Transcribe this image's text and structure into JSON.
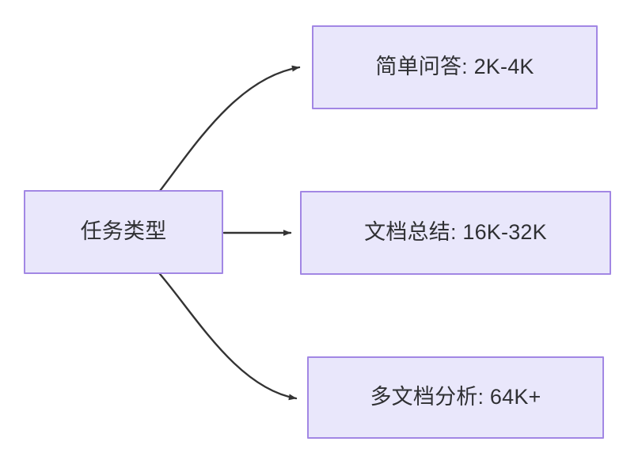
{
  "diagram": {
    "type": "flowchart",
    "direction": "left-to-right",
    "background_color": "#ffffff",
    "node_fill_color": "#e9e7fb",
    "node_border_color": "#a287e4",
    "node_text_color": "#2f3033",
    "edge_color": "#333333",
    "source": {
      "id": "task-type",
      "label": "任务类型"
    },
    "targets": [
      {
        "id": "simple-qa",
        "label": "简单问答: 2K-4K",
        "task": "简单问答",
        "context_range": "2K-4K"
      },
      {
        "id": "doc-summary",
        "label": "文档总结: 16K-32K",
        "task": "文档总结",
        "context_range": "16K-32K"
      },
      {
        "id": "multi-doc-analysis",
        "label": "多文档分析: 64K+",
        "task": "多文档分析",
        "context_range": "64K+"
      }
    ],
    "edges": [
      {
        "id": "edge-0",
        "from": "任务类型",
        "to": "简单问答: 2K-4K",
        "style": "curved",
        "arrowhead": "solid-triangle"
      },
      {
        "id": "edge-1",
        "from": "任务类型",
        "to": "文档总结: 16K-32K",
        "style": "straight",
        "arrowhead": "solid-triangle"
      },
      {
        "id": "edge-2",
        "from": "任务类型",
        "to": "多文档分析: 64K+",
        "style": "curved",
        "arrowhead": "solid-triangle"
      }
    ]
  }
}
